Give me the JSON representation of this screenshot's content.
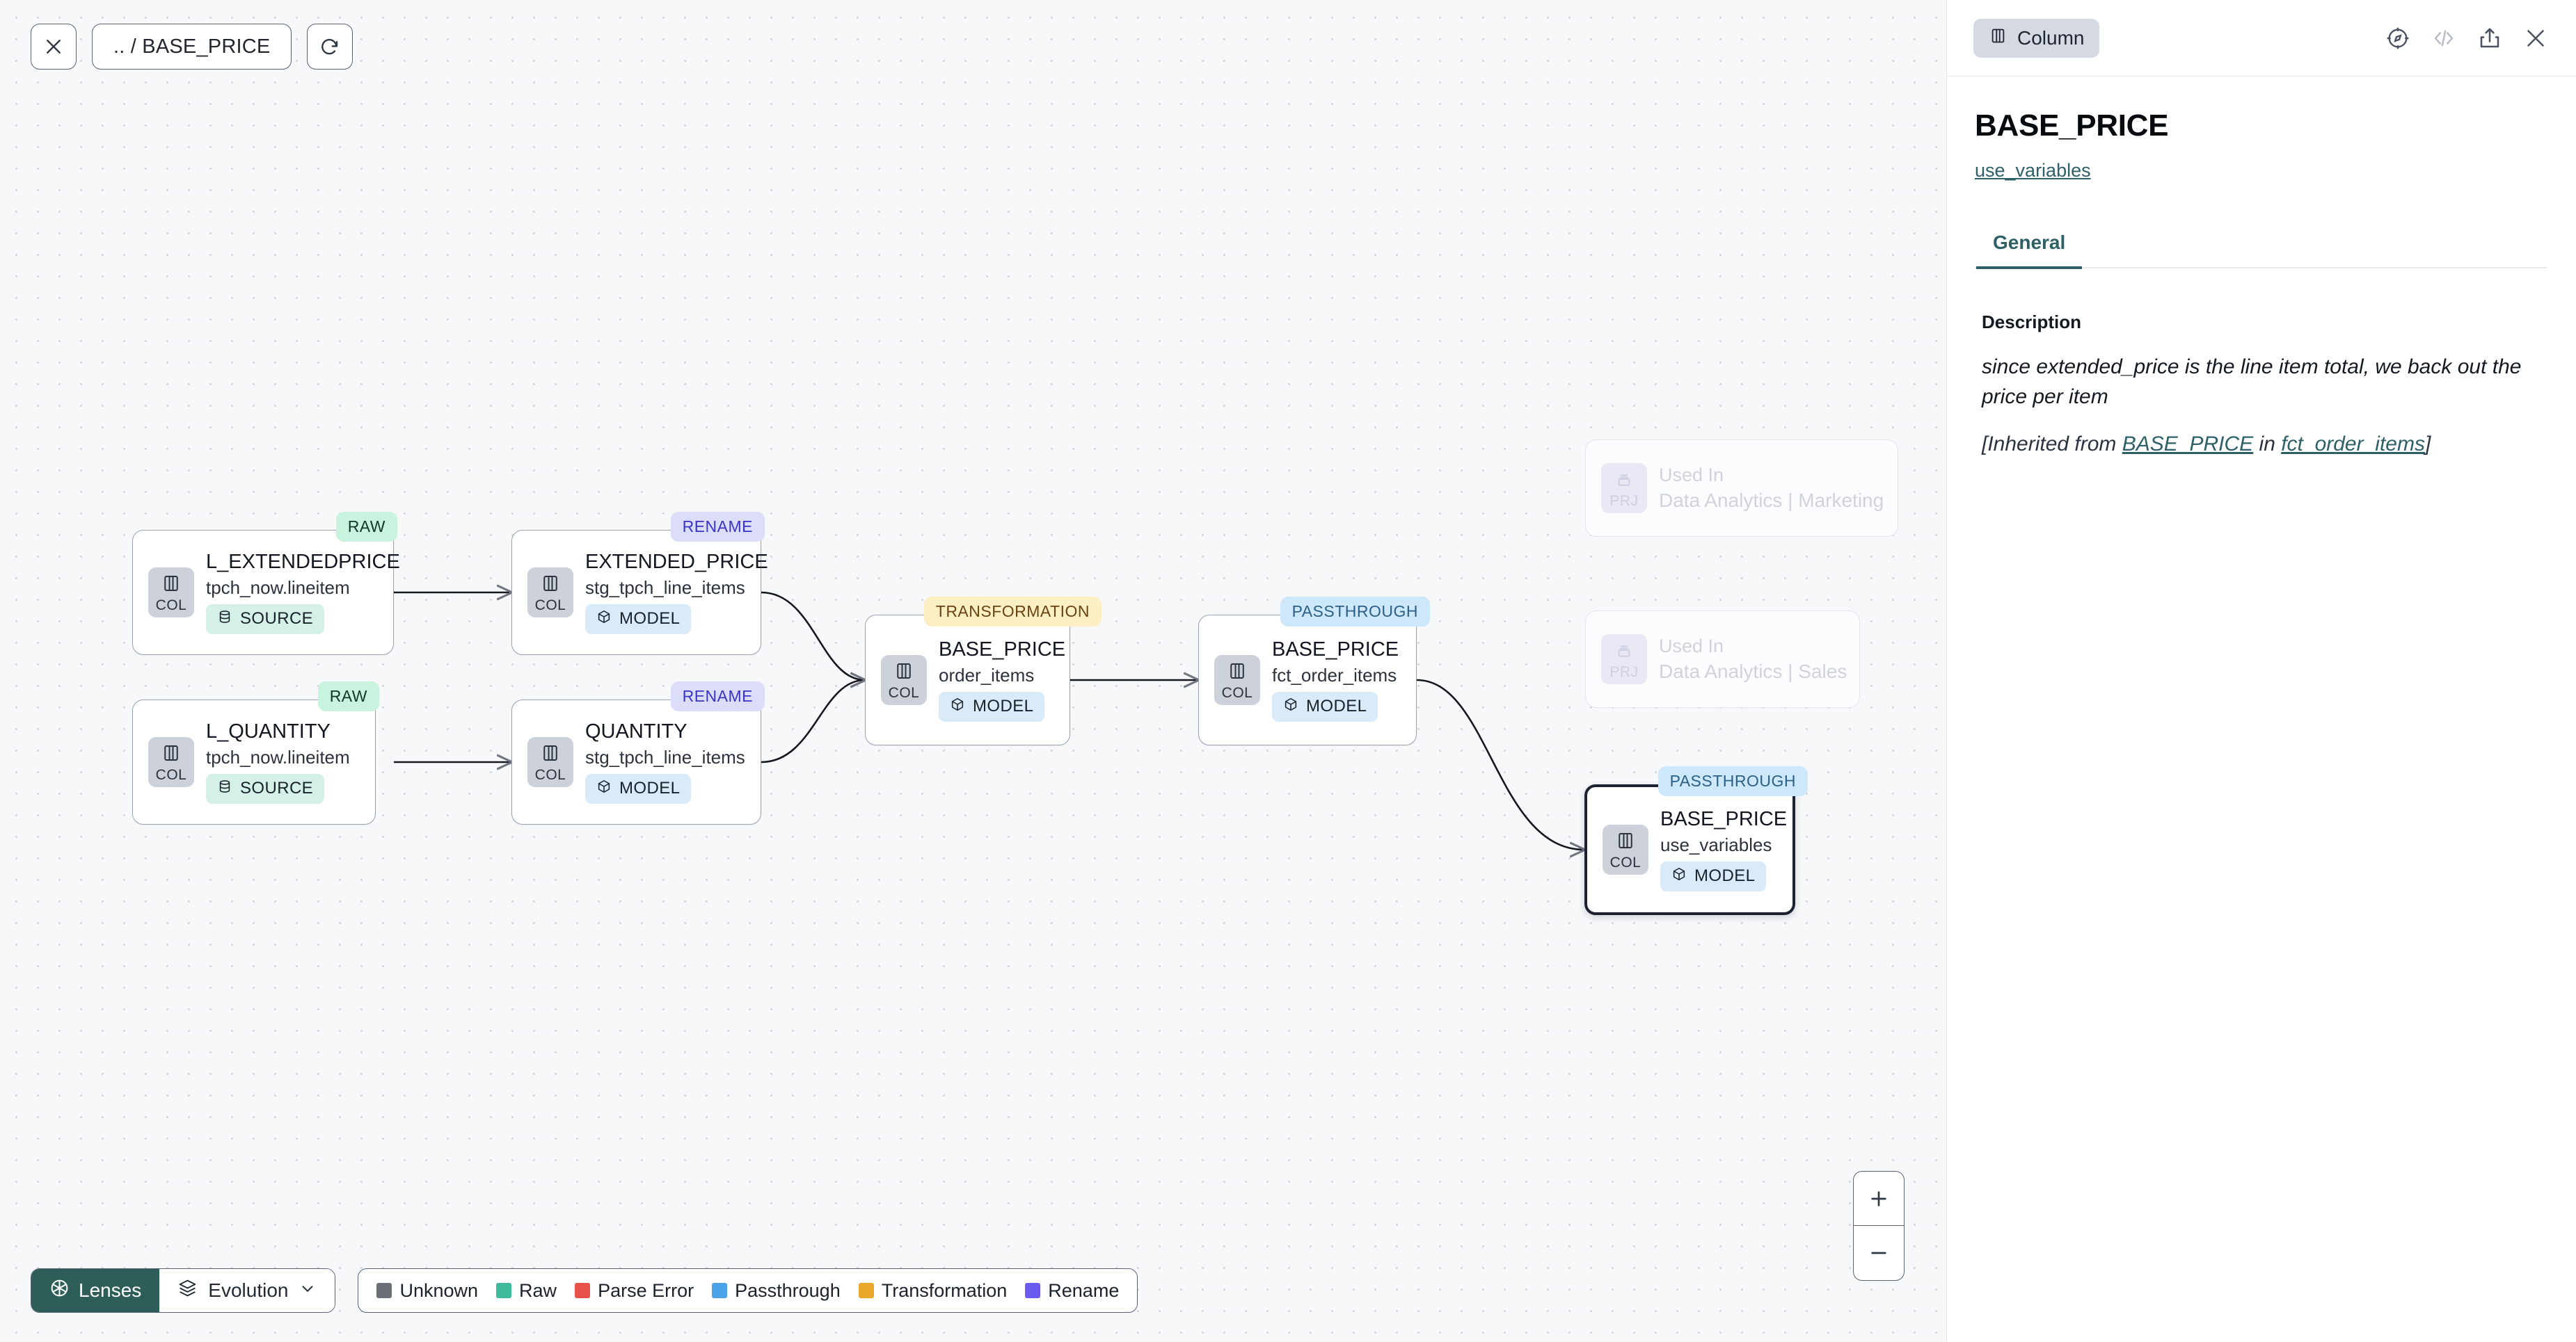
{
  "canvas": {
    "toolbar": {
      "close_icon": "close-icon",
      "breadcrumb": ".. / BASE_PRICE",
      "refresh_icon": "refresh-icon"
    },
    "nodes": [
      {
        "id": "l_extendedprice",
        "badge": "RAW",
        "badge_kind": "raw",
        "kind": "COL",
        "title": "L_EXTENDEDPRICE",
        "sub": "tpch_now.lineitem",
        "tag": "SOURCE",
        "tag_kind": "source"
      },
      {
        "id": "l_quantity",
        "badge": "RAW",
        "badge_kind": "raw",
        "kind": "COL",
        "title": "L_QUANTITY",
        "sub": "tpch_now.lineitem",
        "tag": "SOURCE",
        "tag_kind": "source"
      },
      {
        "id": "extended_price",
        "badge": "RENAME",
        "badge_kind": "rename",
        "kind": "COL",
        "title": "EXTENDED_PRICE",
        "sub": "stg_tpch_line_items",
        "tag": "MODEL",
        "tag_kind": "model"
      },
      {
        "id": "quantity",
        "badge": "RENAME",
        "badge_kind": "rename",
        "kind": "COL",
        "title": "QUANTITY",
        "sub": "stg_tpch_line_items",
        "tag": "MODEL",
        "tag_kind": "model"
      },
      {
        "id": "order_items",
        "badge": "TRANSFORMATION",
        "badge_kind": "trans",
        "kind": "COL",
        "title": "BASE_PRICE",
        "sub": "order_items",
        "tag": "MODEL",
        "tag_kind": "model"
      },
      {
        "id": "fct_order_items",
        "badge": "PASSTHROUGH",
        "badge_kind": "pass",
        "kind": "COL",
        "title": "BASE_PRICE",
        "sub": "fct_order_items",
        "tag": "MODEL",
        "tag_kind": "model"
      },
      {
        "id": "use_variables",
        "badge": "PASSTHROUGH",
        "badge_kind": "pass",
        "kind": "COL",
        "title": "BASE_PRICE",
        "sub": "use_variables",
        "tag": "MODEL",
        "tag_kind": "model",
        "selected": true
      }
    ],
    "ghost_nodes": [
      {
        "id": "marketing",
        "kind": "PRJ",
        "title": "Used In",
        "sub": "Data Analytics | Marketing"
      },
      {
        "id": "sales",
        "kind": "PRJ",
        "title": "Used In",
        "sub": "Data Analytics | Sales"
      }
    ],
    "bottom": {
      "lenses_label": "Lenses",
      "evolution_label": "Evolution",
      "legend": [
        {
          "label": "Unknown",
          "color": "#6b6f76"
        },
        {
          "label": "Raw",
          "color": "#3dbb9a"
        },
        {
          "label": "Parse Error",
          "color": "#e8514a"
        },
        {
          "label": "Passthrough",
          "color": "#4aa3e8"
        },
        {
          "label": "Transformation",
          "color": "#eaa82a"
        },
        {
          "label": "Rename",
          "color": "#6a5bf0"
        }
      ]
    },
    "zoom": {
      "in_label": "+",
      "out_label": "−"
    }
  },
  "panel": {
    "type_chip": "Column",
    "icons": [
      "compass-icon",
      "code-icon",
      "share-icon",
      "close-icon"
    ],
    "column_name": "BASE_PRICE",
    "model_link": "use_variables",
    "tabs": [
      {
        "label": "General",
        "active": true
      }
    ],
    "description_heading": "Description",
    "description_text": "since extended_price is the line item total, we back out the price per item",
    "inherited_prefix": "[Inherited from ",
    "inherited_column": "BASE_PRICE",
    "inherited_mid": " in ",
    "inherited_model": "fct_order_items",
    "inherited_suffix": "]"
  },
  "colors": {
    "accent_teal": "#2d6067",
    "lens_green": "#2d5f58",
    "canvas_bg": "#f6f8fa"
  }
}
